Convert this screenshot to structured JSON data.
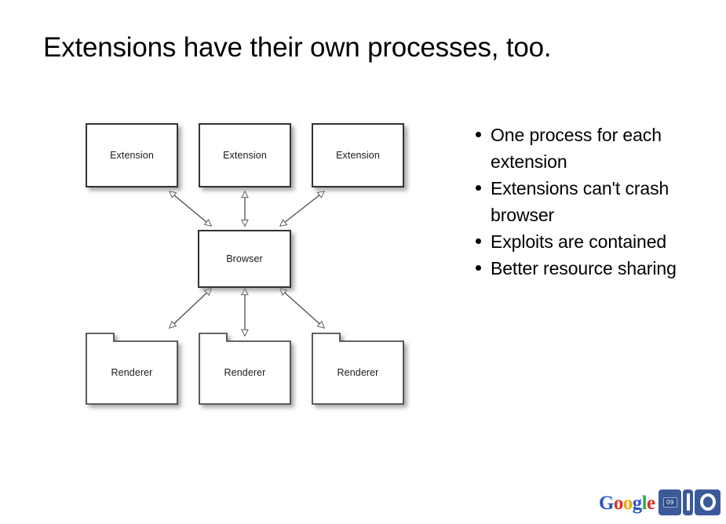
{
  "slide": {
    "title": "Extensions have their own processes, too."
  },
  "diagram": {
    "name": "chrome-process-architecture-diagram",
    "extensions": [
      {
        "label": "Extension"
      },
      {
        "label": "Extension"
      },
      {
        "label": "Extension"
      }
    ],
    "browser": {
      "label": "Browser"
    },
    "renderers": [
      {
        "label": "Renderer"
      },
      {
        "label": "Renderer"
      },
      {
        "label": "Renderer"
      }
    ],
    "style": {
      "box_fill": "#ffffff",
      "box_stroke": "#333333",
      "shadow": "#b3b3b3",
      "connector_stroke": "#4d4d4d"
    }
  },
  "bullets": [
    {
      "text": "One process for each extension"
    },
    {
      "text": "Extensions can't crash browser"
    },
    {
      "text": "Exploits are contained"
    },
    {
      "text": "Better resource sharing"
    }
  ],
  "logo": {
    "google": {
      "g1": "G",
      "o1": "o",
      "o2": "o",
      "g2": "g",
      "l": "l",
      "e": "e"
    },
    "year": "09",
    "colors": {
      "blue": "#2a56c6",
      "red": "#d93025",
      "yellow": "#f2a600",
      "green": "#34a853",
      "tile": "#3b5a9a"
    }
  }
}
